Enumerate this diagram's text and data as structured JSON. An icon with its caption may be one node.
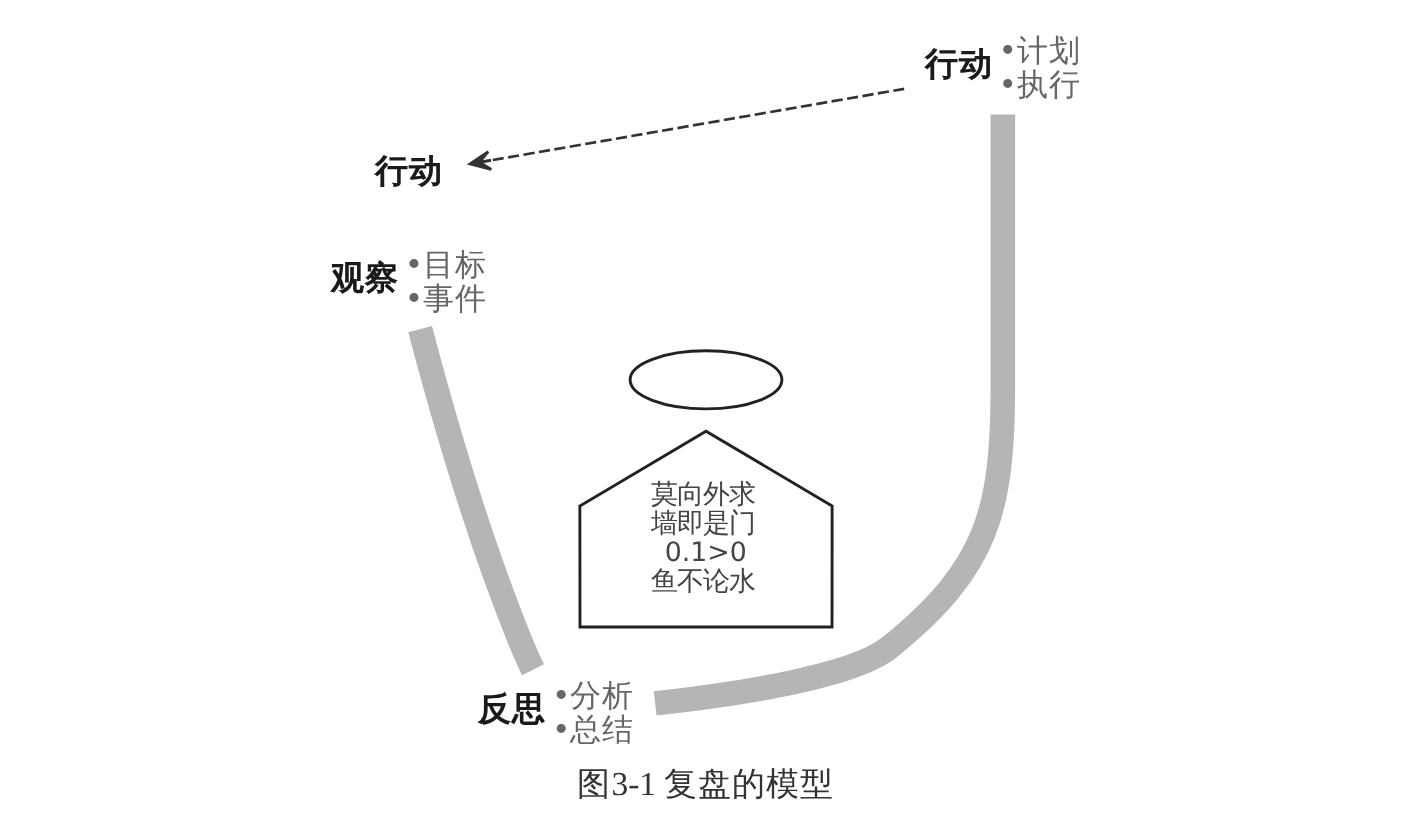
{
  "diagram": {
    "caption": "图3-1 复盘的模型",
    "nodes": [
      {
        "text": [
          "行动"
        ],
        "beside": [
          "•计划",
          "•执行"
        ]
      },
      {
        "text": [
          "行动"
        ]
      },
      {
        "text": [
          "观察"
        ],
        "beside": [
          "•目标",
          "•事件"
        ]
      },
      {
        "text": [],
        "shape": "ellipse"
      },
      {
        "text": [
          "莫向外求",
          "墙即是门",
          "0.1>0",
          "鱼不论水"
        ]
      },
      {
        "text": [
          "反思"
        ],
        "beside": [
          "•分析",
          "•总结"
        ]
      }
    ],
    "edges": [
      {
        "from": 0,
        "to": 1,
        "arrow": "to",
        "style": "dashed",
        "color": "#333333"
      },
      {
        "from": 2,
        "to": 5,
        "arrow": "none"
      },
      {
        "from": 5,
        "to": 0,
        "arrow": "none"
      }
    ]
  }
}
